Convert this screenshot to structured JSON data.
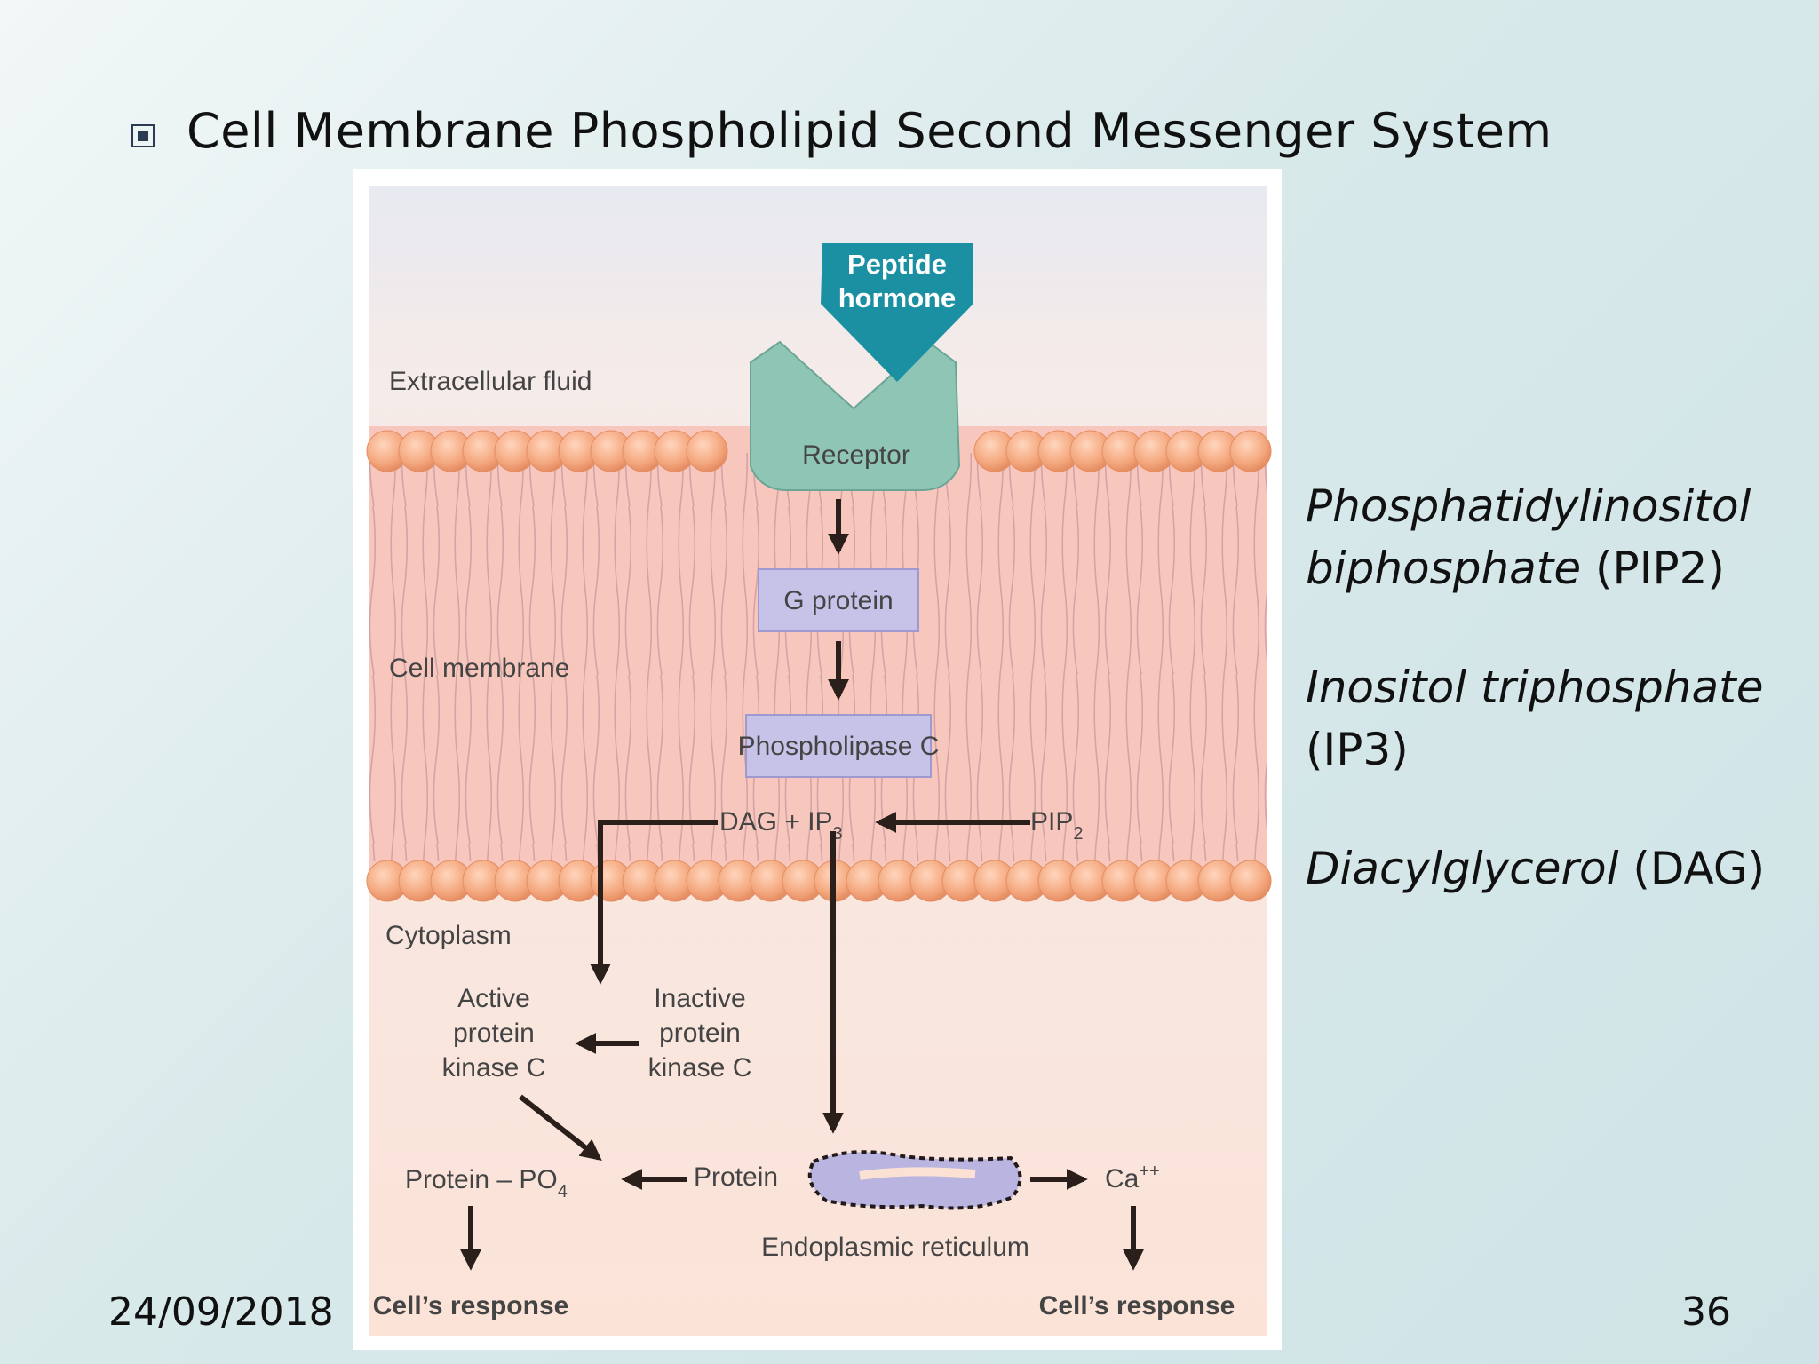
{
  "slide": {
    "title": "Cell Membrane Phospholipid Second Messenger System",
    "date": "24/09/2018",
    "page_number": "36",
    "bullet_icon": "square-bullet-icon"
  },
  "figure": {
    "hormone_line1": "Peptide",
    "hormone_line2": "hormone",
    "extracellular_label": "Extracellular fluid",
    "receptor_label": "Receptor",
    "g_protein_label": "G protein",
    "cell_membrane_label": "Cell membrane",
    "phospholipase_label": "Phospholipase C",
    "dag_ip3_main": "DAG + IP",
    "dag_ip3_sub": "3",
    "pip2_main": "PIP",
    "pip2_sub": "2",
    "cytoplasm_label": "Cytoplasm",
    "active_pkc": [
      "Active",
      "protein",
      "kinase C"
    ],
    "inactive_pkc": [
      "Inactive",
      "protein",
      "kinase C"
    ],
    "protein_po4_main": "Protein – PO",
    "protein_po4_sub": "4",
    "protein_label": "Protein",
    "er_label": "Endoplasmic reticulum",
    "calcium_main": "Ca",
    "calcium_sup": "++",
    "response_left": "Cell’s response",
    "response_right": "Cell’s response",
    "colors": {
      "hormone": "#1c90a3",
      "receptor": "#8ec5b5",
      "membrane": "#f7c7bd",
      "phospholipid_head": "#f4a77d",
      "enzyme_box": "#c7c3e8",
      "cytoplasm": "#fbe1d4",
      "arrow": "#2a1f1a"
    }
  },
  "notes": [
    {
      "italic": "Phosphatidylinositol",
      "normal": ""
    },
    {
      "italic": "biphosphate",
      "normal": " (PIP2)"
    },
    {
      "italic": "Inositol triphosphate",
      "normal": ""
    },
    {
      "italic": "",
      "normal": "(IP3)"
    },
    {
      "italic": "Diacylglycerol",
      "normal": " (DAG)"
    }
  ]
}
